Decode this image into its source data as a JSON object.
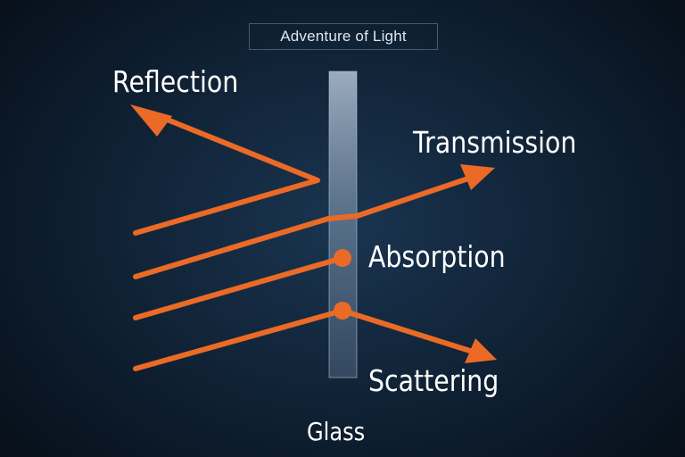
{
  "title": "Adventure of Light",
  "labels": {
    "reflection": "Reflection",
    "transmission": "Transmission",
    "absorption": "Absorption",
    "scattering": "Scattering",
    "glass": "Glass"
  },
  "colors": {
    "ray": "#ea6a26",
    "glass_panel": "#8ea4bd",
    "text": "#ffffff",
    "background": "#0f2133"
  }
}
